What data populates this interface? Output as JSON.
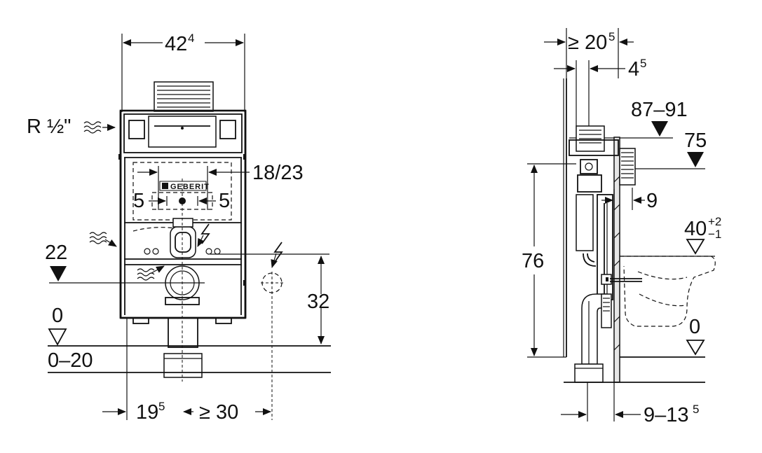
{
  "front_view": {
    "width_main": "42",
    "width_sup": "4",
    "water_connection": "R ½\"",
    "bracket_spacing": "18/23",
    "left_offset": "5",
    "right_offset": "5",
    "floor_level_label": "22",
    "zero_label": "0",
    "floor_range": "0–20",
    "electrical_height": "32",
    "bottom_left_main": "19",
    "bottom_left_sup": "5",
    "bottom_right_dim": "≥ 30",
    "logo": "GEBERIT"
  },
  "side_view": {
    "depth_main": "≥ 20",
    "depth_sup": "5",
    "offset_main": "4",
    "offset_sup": "5",
    "height_range": "87–91",
    "height_75": "75",
    "wall_gap": "9",
    "bowl_height": "40",
    "bowl_tol_plus": "+2",
    "bowl_tol_minus": "−1",
    "frame_height": "76",
    "zero_label": "0",
    "bottom_main": "9–13",
    "bottom_sup": "5"
  }
}
